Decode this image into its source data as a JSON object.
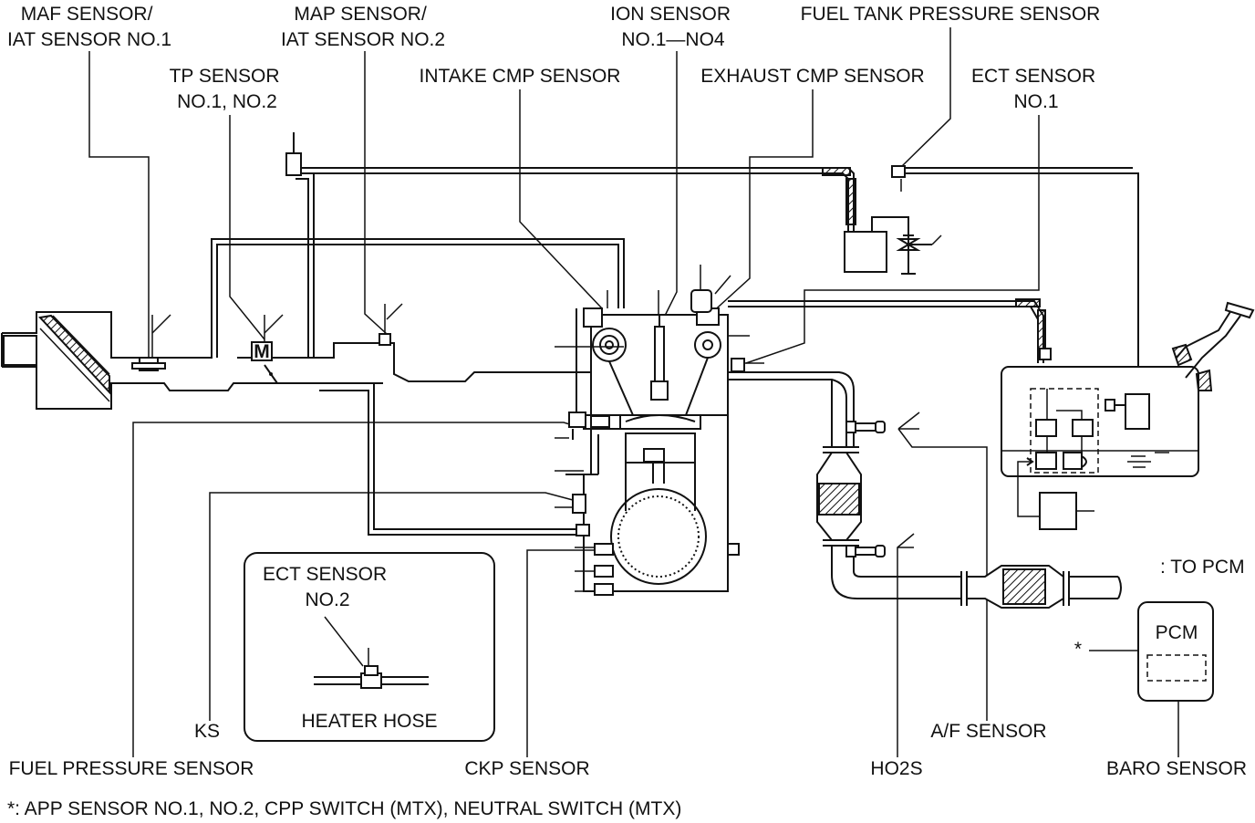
{
  "labels": {
    "maf_sensor": [
      "MAF SENSOR/",
      "IAT SENSOR NO.1"
    ],
    "map_sensor": [
      "MAP SENSOR/",
      "IAT SENSOR NO.2"
    ],
    "ion_sensor": [
      "ION SENSOR",
      "NO.1—NO4"
    ],
    "fuel_tank_pressure_sensor": "FUEL TANK PRESSURE SENSOR",
    "tp_sensor": [
      "TP SENSOR",
      "NO.1, NO.2"
    ],
    "intake_cmp_sensor": "INTAKE CMP SENSOR",
    "exhaust_cmp_sensor": "EXHAUST CMP SENSOR",
    "ect_sensor_1": [
      "ECT SENSOR",
      "NO.1"
    ],
    "ect_sensor_2": [
      "ECT SENSOR",
      "NO.2"
    ],
    "heater_hose": "HEATER HOSE",
    "ks": "KS",
    "fuel_pressure_sensor": "FUEL PRESSURE SENSOR",
    "ckp_sensor": "CKP SENSOR",
    "ho2s": "HO2S",
    "af_sensor": "A/F SENSOR",
    "baro_sensor": "BARO SENSOR",
    "pcm": "PCM",
    "to_pcm": ": TO PCM",
    "asterisk": "*",
    "throttle_motor": "M",
    "footnote": "*: APP SENSOR NO.1, NO.2, CPP SWITCH (MTX), NEUTRAL SWITCH (MTX)"
  }
}
